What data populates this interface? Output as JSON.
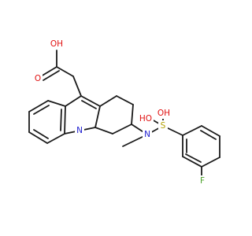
{
  "molecule": {
    "colors": {
      "bond": "#1a1a1a",
      "oxygen": "#e01010",
      "nitrogen": "#2020d0",
      "sulfur": "#b3a000",
      "fluorine": "#4aa028"
    },
    "labels": {
      "carboxyl_oh": "OH",
      "carbonyl_o": "O",
      "ring_n": "N",
      "amine_n": "N",
      "sulfur": "S",
      "s_hydroxyl_left": "HO",
      "s_hydroxyl_right": "OH",
      "fluorine": "F"
    }
  }
}
